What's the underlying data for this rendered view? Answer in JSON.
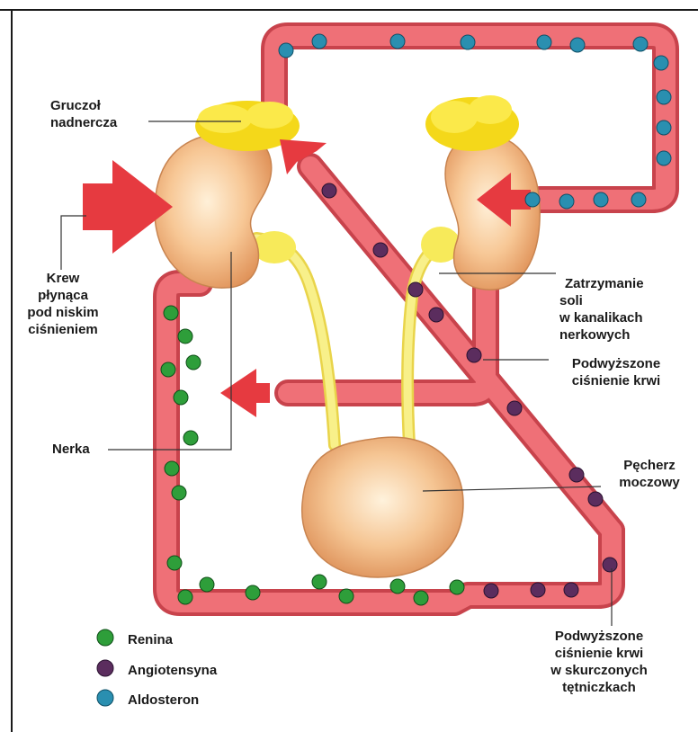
{
  "labels": {
    "gruczol_line1": "Gruczoł",
    "gruczol_line2": "nadnercza",
    "krew_line1": "Krew",
    "krew_line2": "płynąca",
    "krew_line3": "pod niskim",
    "krew_line4": "ciśnieniem",
    "nerka": "Nerka",
    "zatrzymanie_line1": "Zatrzymanie",
    "zatrzymanie_line2": "soli",
    "zatrzymanie_line3": "w kanalikach",
    "zatrzymanie_line4": "nerkowych",
    "podwyzszone_line1": "Podwyższone",
    "podwyzszone_line2": "ciśnienie krwi",
    "pecherz_line1": "Pęcherz",
    "pecherz_line2": "moczowy",
    "tetniczki_line1": "Podwyższone",
    "tetniczki_line2": "ciśnienie krwi",
    "tetniczki_line3": "w skurczonych",
    "tetniczki_line4": "tętniczkach"
  },
  "legend": [
    {
      "label": "Renina",
      "color": "#2e9e3a"
    },
    {
      "label": "Angiotensyna",
      "color": "#5b2d5e"
    },
    {
      "label": "Aldosteron",
      "color": "#2a8fb0"
    }
  ],
  "colors": {
    "vessel": "#e8636a",
    "vessel_edge": "#c8434c",
    "kidney": "#f0b07a",
    "adrenal": "#f7e01c",
    "ureter": "#f7ef7a",
    "arrow": "#e63a40",
    "renina": "#2e9e3a",
    "angiotensyna": "#5b2d5e",
    "aldosteron": "#2a8fb0"
  }
}
